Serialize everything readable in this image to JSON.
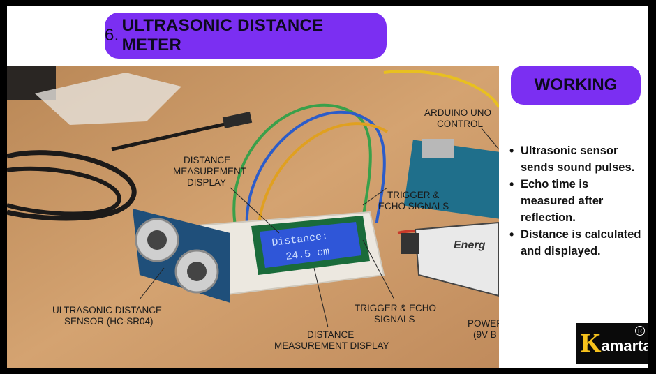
{
  "title": {
    "number": "6.",
    "text": "ULTRASONIC DISTANCE METER"
  },
  "working": {
    "heading": "WORKING",
    "bullets": [
      "Ultrasonic sensor sends sound pulses.",
      "Echo time is measured after reflection.",
      "Distance is calculated and displayed."
    ]
  },
  "photo": {
    "lcd": {
      "line1": "Distance:",
      "line2": "24.5 cm"
    },
    "battery_brand": "Energ",
    "annotations": {
      "arduino_1": "ARDUINO UNO",
      "arduino_2": "CONTROL",
      "display_top_1": "DISTANCE",
      "display_top_2": "MEASUREMENT",
      "display_top_3": "DISPLAY",
      "trigger_right_1": "TRIGGER &",
      "trigger_right_2": "ECHO SIGNALS",
      "sensor_1": "ULTRASONIC DISTANCE",
      "sensor_2": "SENSOR (HC-SR04)",
      "trigger_bottom_1": "TRIGGER & ECHO",
      "trigger_bottom_2": "SIGNALS",
      "display_bottom_1": "DISTANCE",
      "display_bottom_2": "MEASUREMENT DISPLAY",
      "power_1": "POWER",
      "power_2": "(9V B"
    }
  },
  "logo": {
    "initial": "K",
    "rest": "amarta",
    "reg": "R"
  },
  "colors": {
    "accent": "#7b2ff2",
    "wood": "#c99867",
    "lcd": "#2f56d8"
  }
}
